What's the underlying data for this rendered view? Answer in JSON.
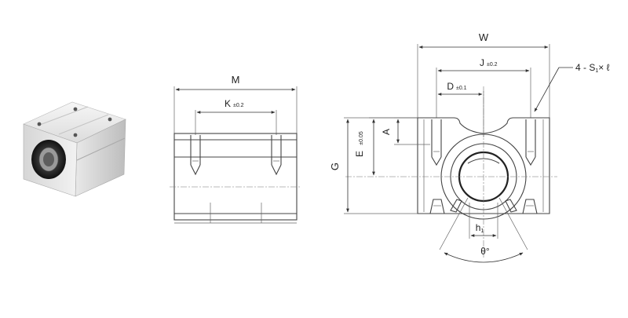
{
  "labels": {
    "M": "M",
    "K": "K",
    "K_tol": "±0.2",
    "W": "W",
    "J": "J",
    "J_tol": "±0.2",
    "callout": "4 - S",
    "callout_sub": "1",
    "callout_tail": "× ℓ",
    "D": "D",
    "D_tol": "±0.1",
    "A": "A",
    "E": "E",
    "E_tol": "±0.05",
    "G": "G",
    "h": "h",
    "h_sub": "1",
    "theta": "θ°"
  },
  "colors": {
    "line": "#444444",
    "dim_line": "#333333",
    "body_fill": "#ececec",
    "body_shade": "#cfcfcf",
    "ball_fill": "#2a2a2a"
  }
}
